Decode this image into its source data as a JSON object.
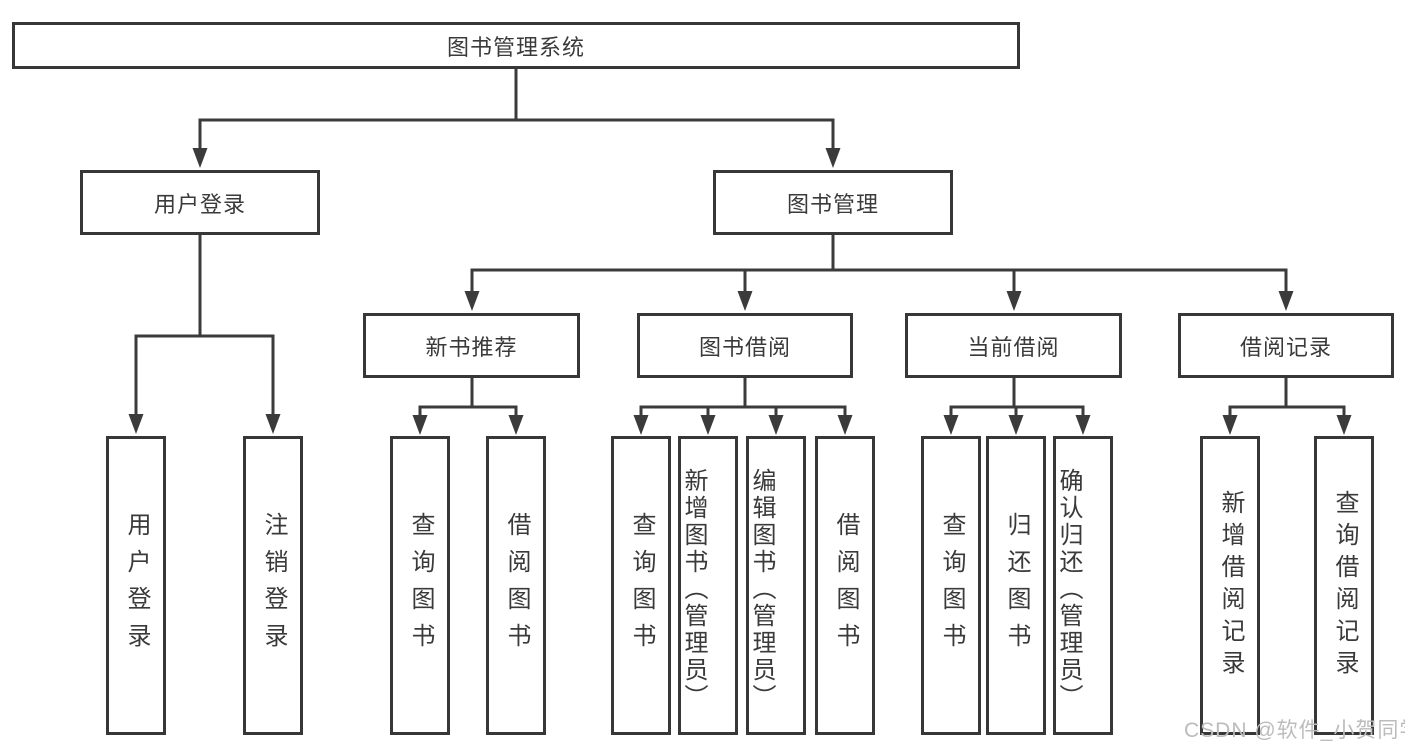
{
  "diagram": {
    "root": {
      "label": "图书管理系统"
    },
    "branches": [
      {
        "label": "用户登录",
        "children": [
          {
            "label": "用户登录"
          },
          {
            "label": "注销登录"
          }
        ]
      },
      {
        "label": "图书管理",
        "children": [
          {
            "label": "新书推荐",
            "children": [
              {
                "label": "查询图书"
              },
              {
                "label": "借阅图书"
              }
            ]
          },
          {
            "label": "图书借阅",
            "children": [
              {
                "label": "查询图书"
              },
              {
                "label": "新增图书（管理员）"
              },
              {
                "label": "编辑图书（管理员）"
              },
              {
                "label": "借阅图书"
              }
            ]
          },
          {
            "label": "当前借阅",
            "children": [
              {
                "label": "查询图书"
              },
              {
                "label": "归还图书"
              },
              {
                "label": "确认归还（管理员）"
              }
            ]
          },
          {
            "label": "借阅记录",
            "children": [
              {
                "label": "新增借阅记录"
              },
              {
                "label": "查询借阅记录"
              }
            ]
          }
        ]
      }
    ]
  },
  "watermark": {
    "text": "CSDN @软件_小贺同学"
  },
  "colors": {
    "line": "#3b3b3b",
    "box_border": "#373737",
    "text": "#3a3a3a",
    "watermark": "#bcbcbc",
    "background": "#ffffff"
  }
}
